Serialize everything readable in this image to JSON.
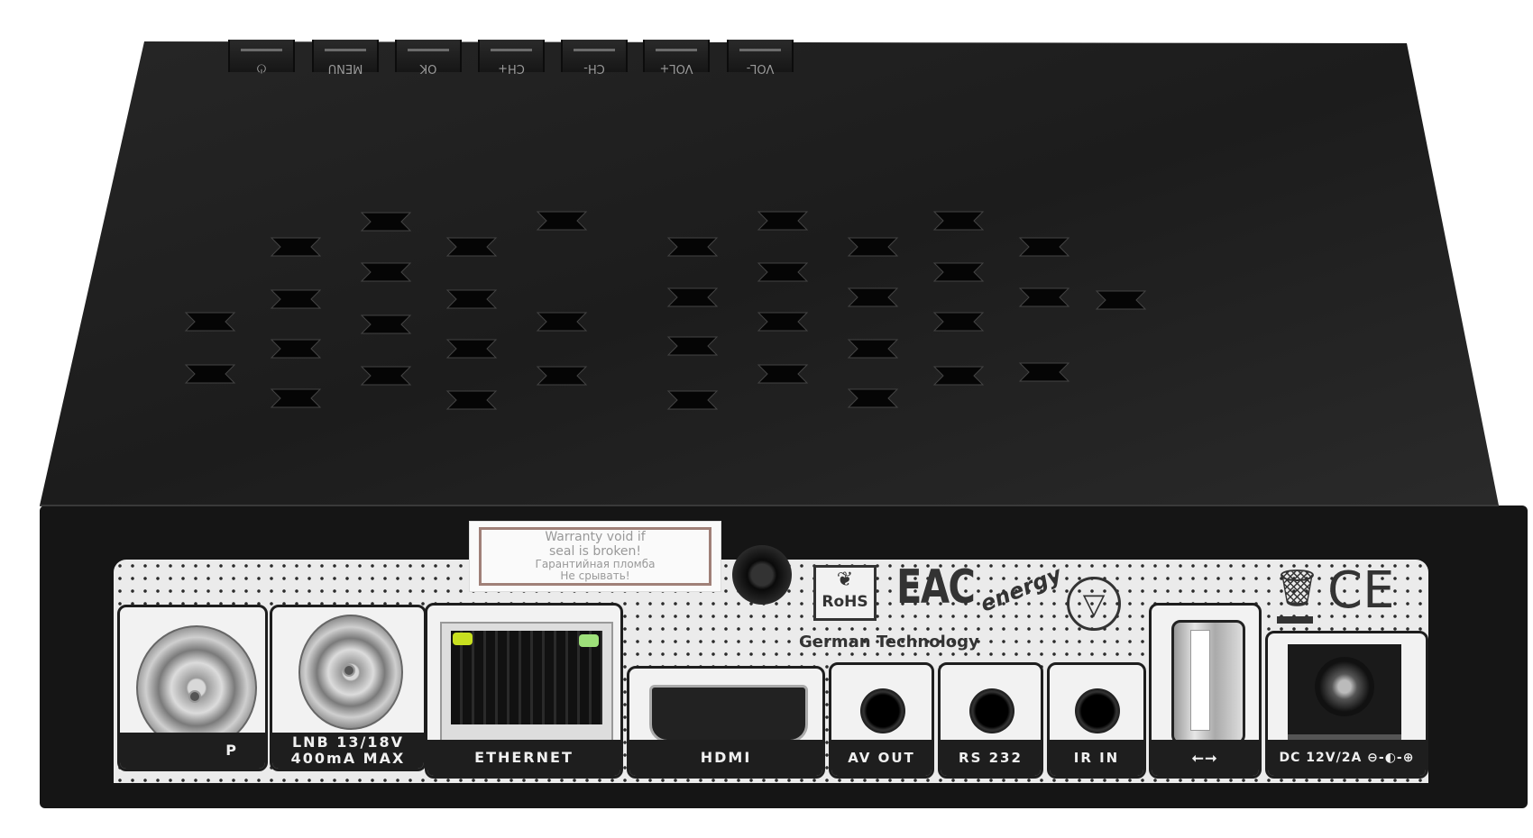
{
  "top_buttons": [
    {
      "label": "",
      "icon": "power-icon"
    },
    {
      "label": "MENU"
    },
    {
      "label": "OK"
    },
    {
      "label": "CH+"
    },
    {
      "label": "CH-"
    },
    {
      "label": "VOL+"
    },
    {
      "label": "VOL-"
    }
  ],
  "sticker": {
    "line1": "Warranty void if",
    "line2": "seal is broken!",
    "line3": "Гарантийная пломба",
    "line4": "Не срывать!"
  },
  "logos": {
    "rohs": "RoHS",
    "eac": "EAC",
    "energy": "energy",
    "german": "German Technology",
    "ce": "CE"
  },
  "ports": {
    "loop": "P",
    "lnb_line1": "LNB 13/18V",
    "lnb_line2": "400mA MAX",
    "ethernet": "ETHERNET",
    "hdmi": "HDMI",
    "av_out": "AV OUT",
    "rs232": "RS 232",
    "ir_in": "IR IN",
    "usb_icon": "usb-icon",
    "dc": "DC 12V/2A"
  },
  "colors": {
    "body": "#1a1a1a",
    "panel": "#ebebeb",
    "led_left": "#c8e020",
    "led_right": "#9ee07a"
  }
}
